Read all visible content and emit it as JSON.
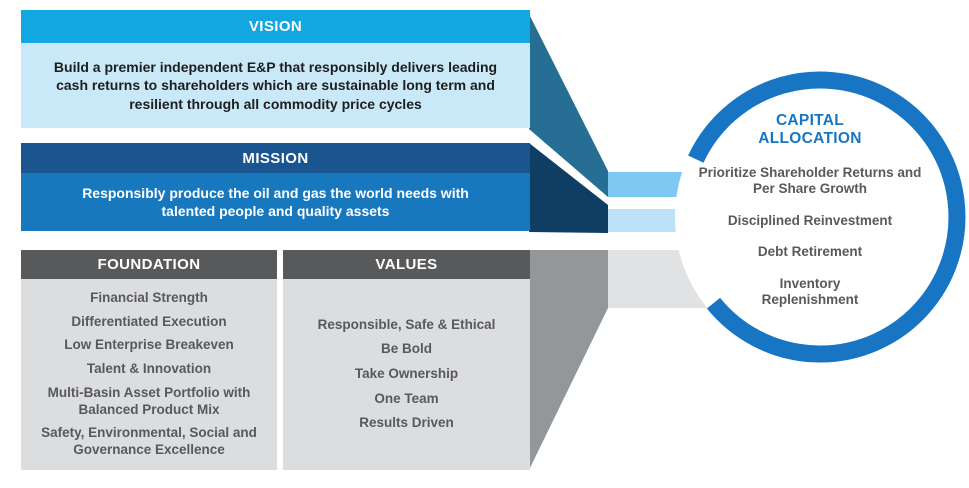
{
  "colors": {
    "vision_header_bg": "#12A7E0",
    "vision_body_bg": "#C9E9F8",
    "mission_header_bg": "#1A5590",
    "mission_body_bg": "#1878BE",
    "teal_beam": "#266E93",
    "navy_beam": "#0E3E64",
    "sky_bar": "#7EC8F3",
    "pale_bar": "#BDE2F7",
    "gray_header_bg": "#58595B",
    "gray_body_bg": "#DCDDDE",
    "gray_funnel": "#94979A",
    "light_gray_band": "#E1E2E4",
    "ring_blue": "#1775C3",
    "gray_text": "#58595B"
  },
  "vision": {
    "title": "VISION",
    "body": "Build a premier independent E&P that responsibly delivers leading cash returns to shareholders which are sustainable long term and resilient through all commodity price cycles"
  },
  "mission": {
    "title": "MISSION",
    "body": "Responsibly produce the oil and gas the world needs with talented people and quality assets"
  },
  "foundation": {
    "title": "FOUNDATION",
    "items": [
      "Financial Strength",
      "Differentiated Execution",
      "Low Enterprise Breakeven",
      "Talent & Innovation",
      "Multi-Basin Asset Portfolio with Balanced Product Mix",
      "Safety, Environmental, Social and Governance Excellence"
    ]
  },
  "values": {
    "title": "VALUES",
    "items": [
      "Responsible, Safe & Ethical",
      "Be Bold",
      "Take Ownership",
      "One Team",
      "Results Driven"
    ]
  },
  "capital_allocation": {
    "title": "CAPITAL ALLOCATION",
    "items": [
      "Prioritize Shareholder Returns and Per Share Growth",
      "Disciplined Reinvestment",
      "Debt Retirement",
      "Inventory Replenishment"
    ]
  }
}
